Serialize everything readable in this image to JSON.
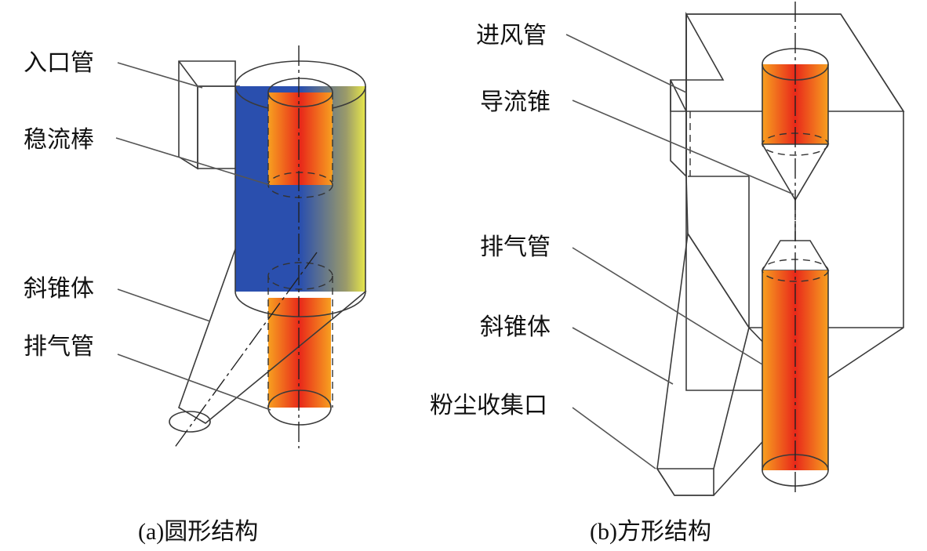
{
  "figure_a": {
    "labels": {
      "inlet_pipe": "入口管",
      "stabilizer_rod": "稳流棒",
      "oblique_cone": "斜锥体",
      "exhaust_pipe": "排气管"
    },
    "caption": "(a)圆形结构"
  },
  "figure_b": {
    "labels": {
      "inlet_duct": "进风管",
      "guide_cone": "导流锥",
      "exhaust_pipe": "排气管",
      "oblique_cone": "斜锥体",
      "dust_outlet": "粉尘收集口"
    },
    "caption": "(b)方形结构"
  },
  "colors": {
    "body_blue": "#2a4fae",
    "edge_yellow": "#e8e84a",
    "core_red": "#e8281a",
    "core_orange": "#f7a020"
  }
}
